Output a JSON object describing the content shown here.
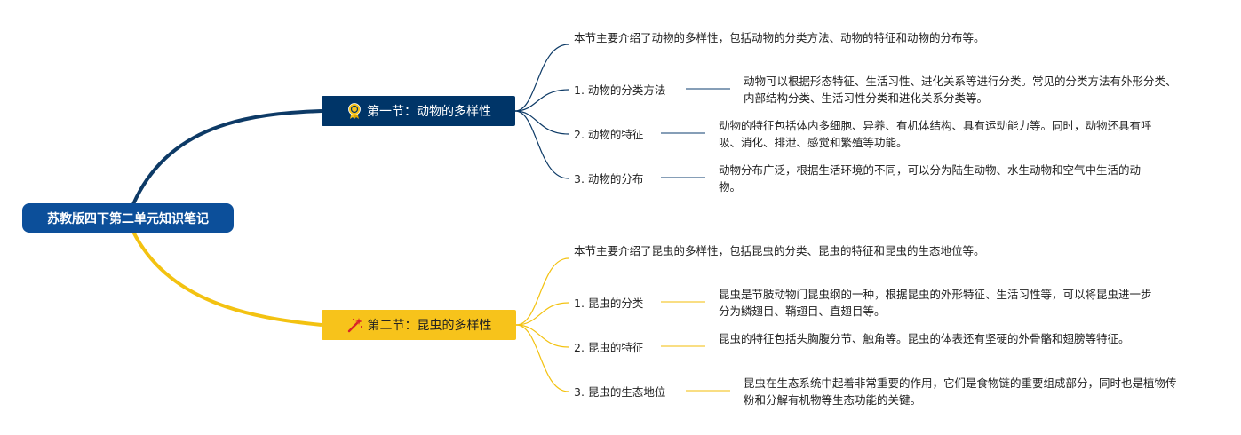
{
  "root": {
    "title": "苏教版四下第二单元知识笔记"
  },
  "sections": [
    {
      "title": "第一节：动物的多样性",
      "icon": "ribbon-medal-icon",
      "color": "#003568",
      "line_color": "#0d3a66",
      "summary": "本节主要介绍了动物的多样性，包括动物的分类方法、动物的特征和动物的分布等。",
      "topics": [
        {
          "label": "1. 动物的分类方法",
          "detail": "动物可以根据形态特征、生活习性、进化关系等进行分类。常见的分类方法有外形分类、内部结构分类、生活习性分类和进化关系分类等。"
        },
        {
          "label": "2. 动物的特征",
          "detail": "动物的特征包括体内多细胞、异养、有机体结构、具有运动能力等。同时，动物还具有呼吸、消化、排泄、感觉和繁殖等功能。"
        },
        {
          "label": "3. 动物的分布",
          "detail": "动物分布广泛，根据生活环境的不同，可以分为陆生动物、水生动物和空气中生活的动物。"
        }
      ]
    },
    {
      "title": "第二节：昆虫的多样性",
      "icon": "magic-wand-icon",
      "color": "#f7c31b",
      "line_color": "#f3c211",
      "summary": "本节主要介绍了昆虫的多样性，包括昆虫的分类、昆虫的特征和昆虫的生态地位等。",
      "topics": [
        {
          "label": "1. 昆虫的分类",
          "detail": "昆虫是节肢动物门昆虫纲的一种，根据昆虫的外形特征、生活习性等，可以将昆虫进一步分为鳞翅目、鞘翅目、直翅目等。"
        },
        {
          "label": "2. 昆虫的特征",
          "detail": "昆虫的特征包括头胸腹分节、触角等。昆虫的体表还有坚硬的外骨骼和翅膀等特征。"
        },
        {
          "label": "3. 昆虫的生态地位",
          "detail": "昆虫在生态系统中起着非常重要的作用，它们是食物链的重要组成部分，同时也是植物传粉和分解有机物等生态功能的关键。"
        }
      ]
    }
  ]
}
